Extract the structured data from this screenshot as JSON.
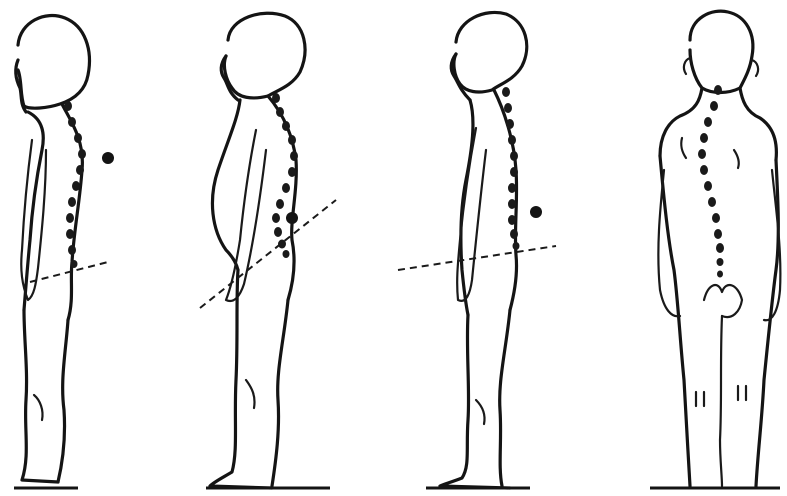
{
  "figure": {
    "panels": [
      {
        "id": "posture-1",
        "view": "side",
        "spine_dots": 11,
        "has_pelvis_line": true,
        "has_marker": true
      },
      {
        "id": "posture-2",
        "view": "side",
        "spine_dots": 12,
        "has_pelvis_line": true,
        "has_marker": true
      },
      {
        "id": "posture-3",
        "view": "side",
        "spine_dots": 11,
        "has_pelvis_line": true,
        "has_marker": true
      },
      {
        "id": "posture-4",
        "view": "back",
        "spine_dots": 13,
        "has_pelvis_line": false,
        "has_marker": false
      }
    ],
    "colors": {
      "ink": "#141414",
      "paper": "#ffffff"
    }
  }
}
